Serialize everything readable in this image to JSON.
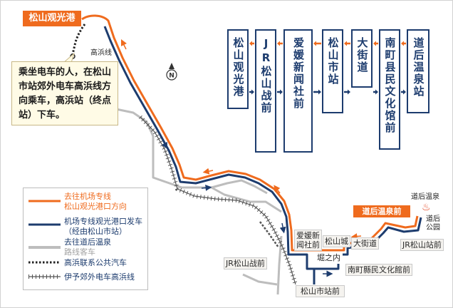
{
  "colors": {
    "route_to_port": "#ef6b1e",
    "route_from_port": "#1d3c6e",
    "bus_road": "#bdbdbd"
  },
  "map": {
    "port_tag": "松山观光港",
    "takahama_line": "高浜线",
    "north": "N",
    "callout_lines": [
      "乘坐电车的人，在松山",
      "市站郊外电车高浜线方",
      "向乘车，高浜站（终点",
      "站）下车。"
    ],
    "dogo_onsen": "道后温泉",
    "hot_spring_icon": "hot-spring-icon",
    "dogo_park": [
      "道后",
      "公园"
    ],
    "dogo_onsen_mae_tag": "道后温泉前",
    "jr_matsuyama_ekimae_right": "JR松山站前",
    "okaido": "大街道",
    "matsuyama_castle": "松山城",
    "ehime_shimbunsha_mae": [
      "爱媛新",
      "闻社前"
    ],
    "horinouchi": "堀之内",
    "minamimachi": "南町縣民文化館前",
    "jr_matsuyama_ekimae_left": "JR松山战前",
    "matsuyamashi_ekimae": "松山市站前"
  },
  "stops": [
    "松山观光港",
    "JR松山战前",
    "爱媛新闻社前",
    "松山市站",
    "大街道",
    "南町县民文化馆前",
    "道后温泉站"
  ],
  "legend": [
    {
      "lines": [
        "去往机场专线",
        "松山观光港口方向"
      ],
      "symbol": "orange-solid-line"
    },
    {
      "lines": [
        "机场专线观光港口发车",
        "（经由松山市站）"
      ],
      "symbol": "navy-solid-line"
    },
    {
      "lines": [
        "去往道后温泉",
        "路线客车"
      ],
      "symbol": "gray-solid-line"
    },
    {
      "lines": [
        "高浜联系公共汽车"
      ],
      "symbol": "black-dotted-line"
    },
    {
      "lines": [
        "伊予郊外电车高浜线"
      ],
      "symbol": "railway-line"
    }
  ]
}
